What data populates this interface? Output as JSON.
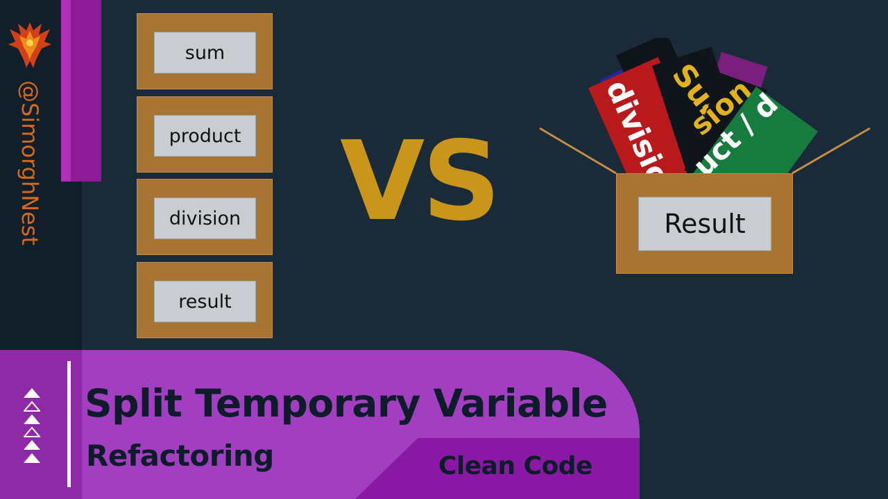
{
  "brand": {
    "handle": "@SimorghNest",
    "logo_icon": "phoenix-icon"
  },
  "variables": [
    {
      "label": "sum"
    },
    {
      "label": "product"
    },
    {
      "label": "division"
    },
    {
      "label": "result"
    }
  ],
  "comparison": {
    "vs_label": "VS"
  },
  "result_box": {
    "label": "Result",
    "cards": [
      {
        "text": "division",
        "color": "#b8191d",
        "text_color": "#ffffff"
      },
      {
        "text": "Subtra",
        "color": "#10151b",
        "text_color": "#e0b31c"
      },
      {
        "text": "sion",
        "color": "#10151b",
        "text_color": "#e0b31c"
      },
      {
        "text": "uct / d",
        "color": "#177a3e",
        "text_color": "#ffffff"
      }
    ]
  },
  "banner": {
    "title": "Split Temporary Variable",
    "subtitle": "Refactoring",
    "tag": "Clean Code",
    "icon": "triangle-arrows-icon"
  },
  "colors": {
    "background": "#1b2a38",
    "box": "#a87434",
    "vs": "#c9951b",
    "banner": "#a23fc0",
    "accent": "#8f1b98"
  }
}
